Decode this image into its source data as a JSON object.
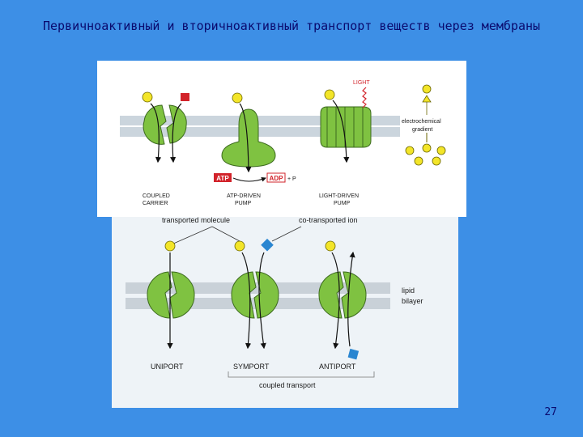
{
  "slide": {
    "title": "Первичноактивный и вторичноактивный транспорт веществ через мембраны",
    "page_number": "27"
  },
  "top_panel": {
    "coupled_carrier": "COUPLED CARRIER",
    "atp_driven_pump": "ATP-DRIVEN PUMP",
    "light_driven_pump": "LIGHT-DRIVEN PUMP",
    "atp": "ATP",
    "adp": "ADP",
    "plus_p": "+ P",
    "light": "LIGHT",
    "electrochemical_gradient": "electrochemical gradient"
  },
  "bottom_panel": {
    "transported_molecule": "transported molecule",
    "co_transported_ion": "co-transported ion",
    "lipid_bilayer": "lipid bilayer",
    "uniport": "UNIPORT",
    "symport": "SYMPORT",
    "antiport": "ANTIPORT",
    "coupled_transport": "coupled transport"
  },
  "colors": {
    "background": "#3d8fe6",
    "protein": "#7fc241",
    "molecule": "#f3e529",
    "ion": "#2a86d1",
    "atp_red": "#d2232a"
  }
}
